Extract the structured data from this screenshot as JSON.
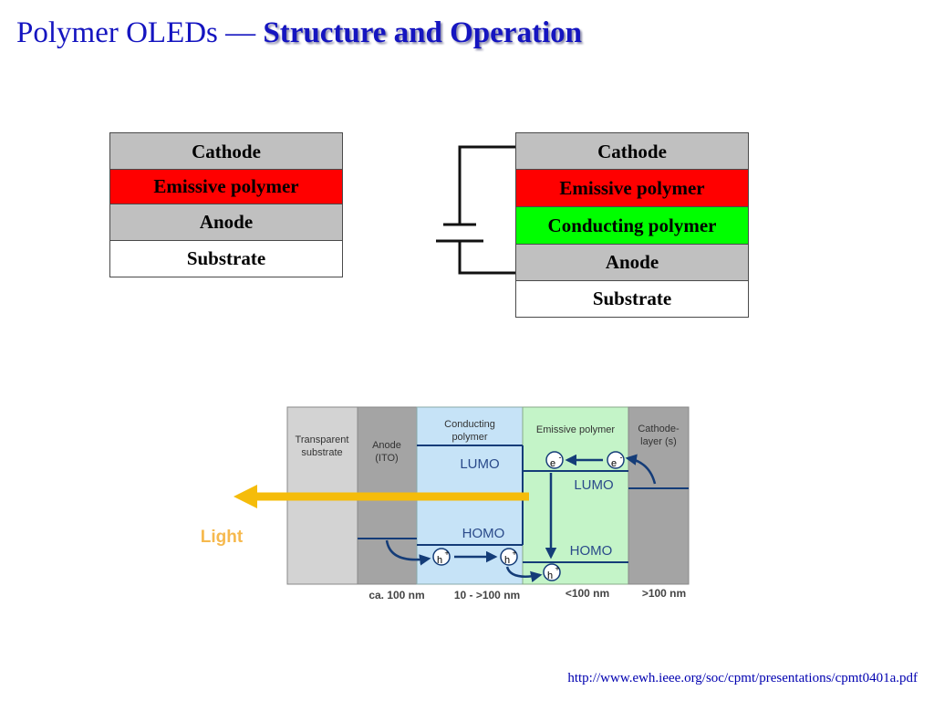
{
  "title": {
    "plain": "Polymer OLEDs — ",
    "emphasis": "Structure and Operation"
  },
  "simple_stack": [
    {
      "label": "Cathode",
      "color": "#c0c0c0"
    },
    {
      "label": "Emissive polymer",
      "color": "#ff0000"
    },
    {
      "label": "Anode",
      "color": "#c0c0c0"
    },
    {
      "label": "Substrate",
      "color": "#ffffff"
    }
  ],
  "bilayer_stack": [
    {
      "label": "Cathode",
      "color": "#c0c0c0"
    },
    {
      "label": "Emissive polymer",
      "color": "#ff0000"
    },
    {
      "label": "Conducting polymer",
      "color": "#00ff00"
    },
    {
      "label": "Anode",
      "color": "#c0c0c0"
    },
    {
      "label": "Substrate",
      "color": "#ffffff"
    }
  ],
  "band_diagram": {
    "columns": {
      "substrate": {
        "line1": "Transparent",
        "line2": "substrate"
      },
      "anode": {
        "line1": "Anode",
        "line2": "(ITO)"
      },
      "conducting": {
        "line1": "Conducting",
        "line2": "polymer"
      },
      "emissive": {
        "line1": "Emissive polymer"
      },
      "cathode": {
        "line1": "Cathode-",
        "line2": "layer (s)"
      }
    },
    "levels": {
      "lumo_conducting": "LUMO",
      "homo_conducting": "HOMO",
      "lumo_emissive": "LUMO",
      "homo_emissive": "HOMO"
    },
    "carriers": {
      "electron": "e",
      "hole": "h",
      "charge_neg": "-",
      "charge_pos": "+"
    },
    "thickness": {
      "anode": "ca. 100 nm",
      "conducting": "10 - >100 nm",
      "emissive": "<100 nm",
      "cathode": ">100 nm"
    },
    "light_label": "Light",
    "colors": {
      "substrate": "#d3d3d3",
      "anode": "#a4a4a4",
      "conducting": "#c6e3f7",
      "emissive": "#c4f4c8",
      "cathode": "#a4a4a4",
      "carrier_arrow": "#143c78",
      "light": "#f5bc0a",
      "light_text": "#f6b94e"
    }
  },
  "source_url": "http://www.ewh.ieee.org/soc/cpmt/presentations/cpmt0401a.pdf"
}
